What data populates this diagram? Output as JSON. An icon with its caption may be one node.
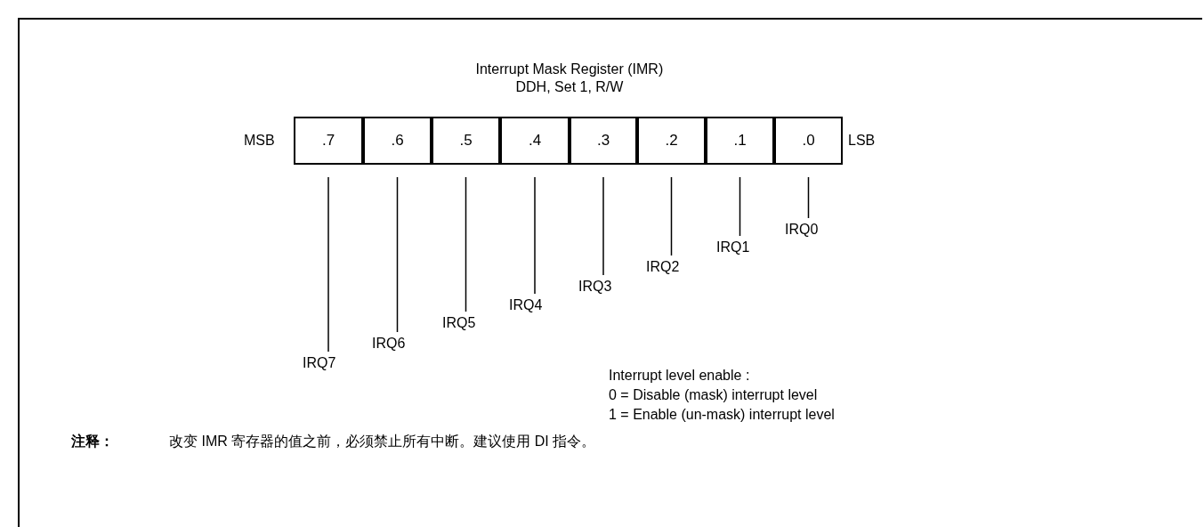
{
  "diagram": {
    "title": "Interrupt Mask Register (IMR)",
    "nodes": [
      {
        "text": [
          ".7"
        ]
      },
      {
        "text": [
          ".6"
        ]
      },
      {
        "text": [
          ".5"
        ]
      },
      {
        "text": [
          ".4"
        ]
      },
      {
        "text": [
          ".3"
        ]
      },
      {
        "text": [
          ".2"
        ]
      },
      {
        "text": [
          ".1"
        ]
      },
      {
        "text": [
          ".0"
        ]
      },
      {
        "text": [
          "IRQ7"
        ]
      },
      {
        "text": [
          "IRQ6"
        ]
      },
      {
        "text": [
          "IRQ5"
        ]
      },
      {
        "text": [
          "IRQ4"
        ]
      },
      {
        "text": [
          "IRQ3"
        ]
      },
      {
        "text": [
          "IRQ2"
        ]
      },
      {
        "text": [
          "IRQ1"
        ]
      },
      {
        "text": [
          "IRQ0"
        ]
      }
    ],
    "edges": [
      {
        "from": 0,
        "to": 8,
        "arrow": "none"
      },
      {
        "from": 1,
        "to": 9,
        "arrow": "none"
      },
      {
        "from": 2,
        "to": 10,
        "arrow": "none"
      },
      {
        "from": 3,
        "to": 11,
        "arrow": "none"
      },
      {
        "from": 4,
        "to": 12,
        "arrow": "none"
      },
      {
        "from": 5,
        "to": 13,
        "arrow": "none"
      },
      {
        "from": 6,
        "to": 14,
        "arrow": "none"
      },
      {
        "from": 7,
        "to": 15,
        "arrow": "none"
      }
    ],
    "labels": [
      "DDH, Set 1, R/W",
      "MSB",
      "LSB",
      "Interrupt level enable :",
      "0 = Disable (mask) interrupt level",
      "1 = Enable (un-mask) interrupt level",
      "注释：",
      "改变 IMR 寄存器的值之前，必须禁止所有中断。建议使用 DI 指令。"
    ]
  }
}
